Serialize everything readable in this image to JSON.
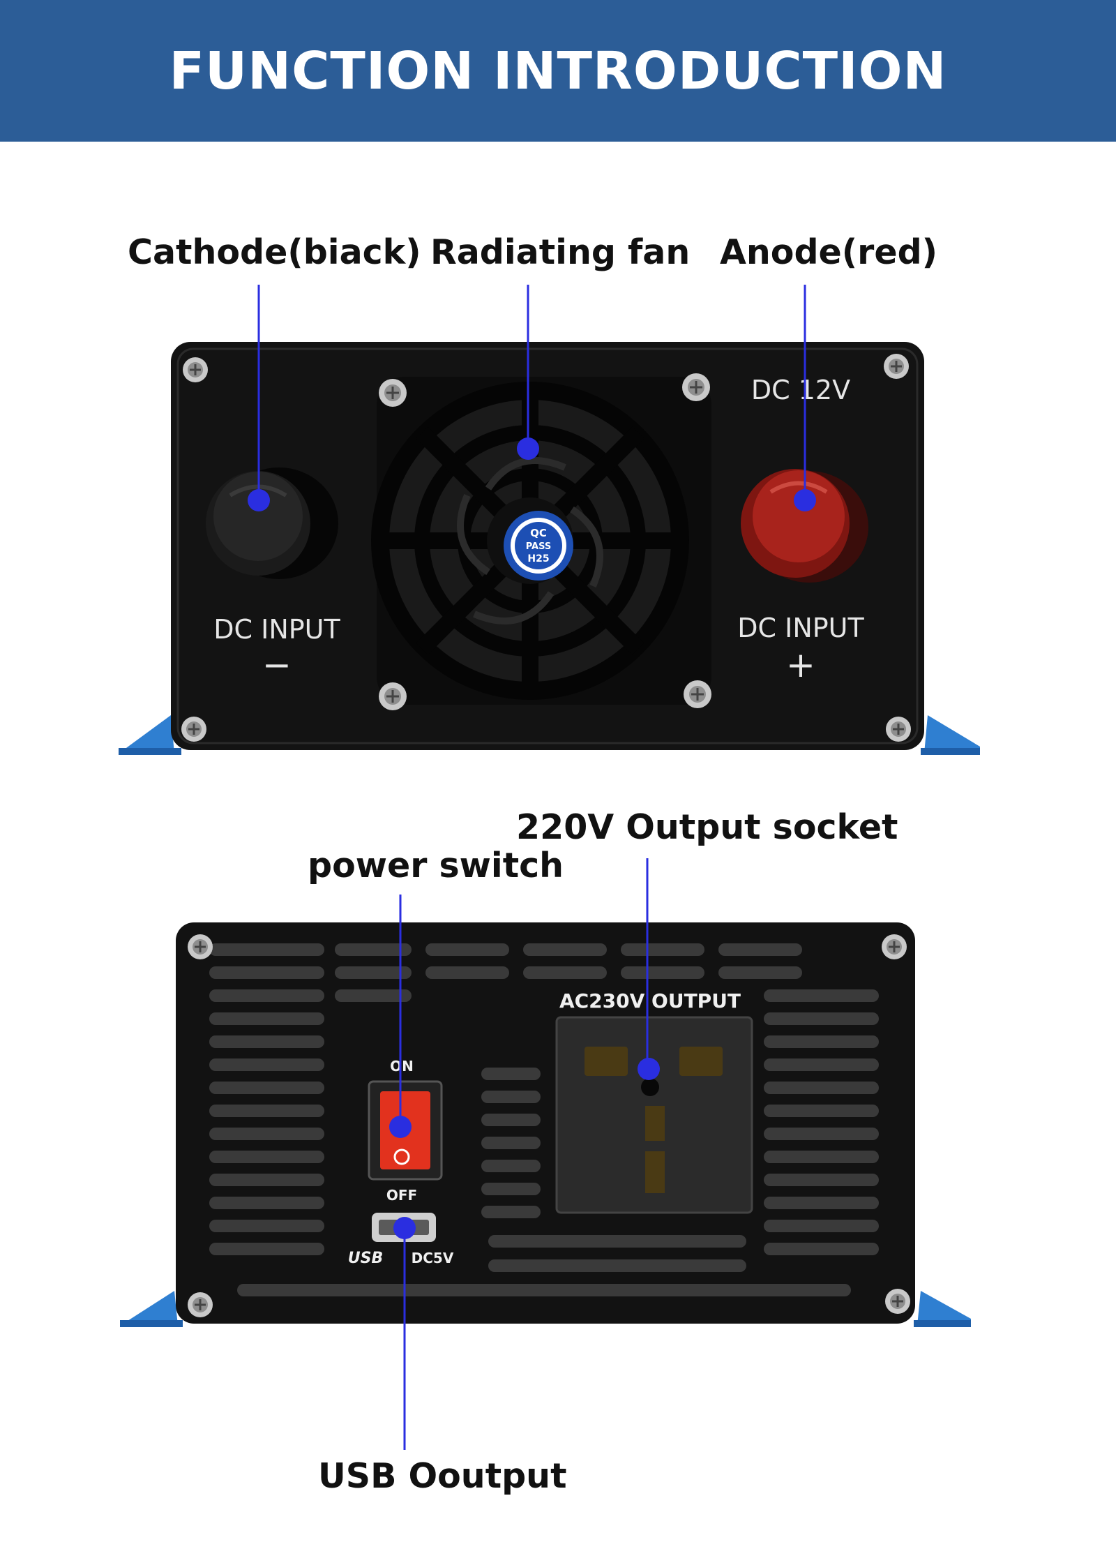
{
  "header": {
    "title": "FUNCTION INTRODUCTION",
    "bg": "#2c5d97"
  },
  "front_panel": {
    "callouts": {
      "cathode": "Cathode(biack)",
      "fan": "Radiating fan",
      "anode": "Anode(red)"
    },
    "panel_text": {
      "dc_voltage": "DC 12V",
      "dc_input_left": "DC INPUT",
      "minus": "−",
      "dc_input_right": "DC INPUT",
      "plus": "+",
      "badge_top": "QC",
      "badge_mid": "PASS",
      "badge_bottom": "H25"
    }
  },
  "rear_panel": {
    "callouts": {
      "socket": "220V Output socket",
      "switch": "power switch",
      "usb": "USB Ooutput"
    },
    "panel_text": {
      "output_label": "AC230V OUTPUT",
      "on": "ON",
      "off": "OFF",
      "usb_logo": "USB",
      "dc5v": "DC5V"
    }
  },
  "colors": {
    "leader_line": "#2a2ee0",
    "panel_black": "#121212",
    "anode_red": "#a8231c",
    "switch_orange": "#e2321e",
    "foot_blue": "#2f7fd1"
  }
}
